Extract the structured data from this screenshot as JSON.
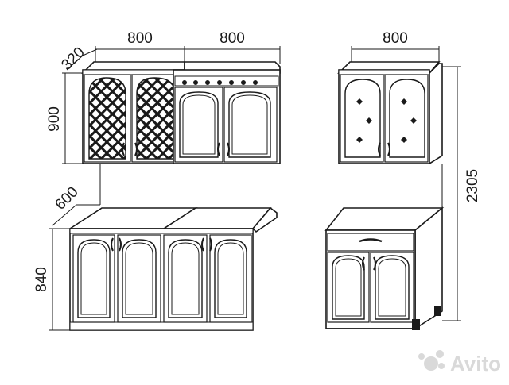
{
  "dimensions": {
    "upper_depth": "320",
    "upper_width_left": "800",
    "upper_width_middle": "800",
    "upper_width_right": "800",
    "upper_height": "900",
    "lower_depth": "600",
    "lower_height": "840",
    "total_height": "2305"
  },
  "watermark": {
    "text": "Avito"
  },
  "colors": {
    "line": "#1a1a1a",
    "watermark": "#d9d9d9"
  }
}
